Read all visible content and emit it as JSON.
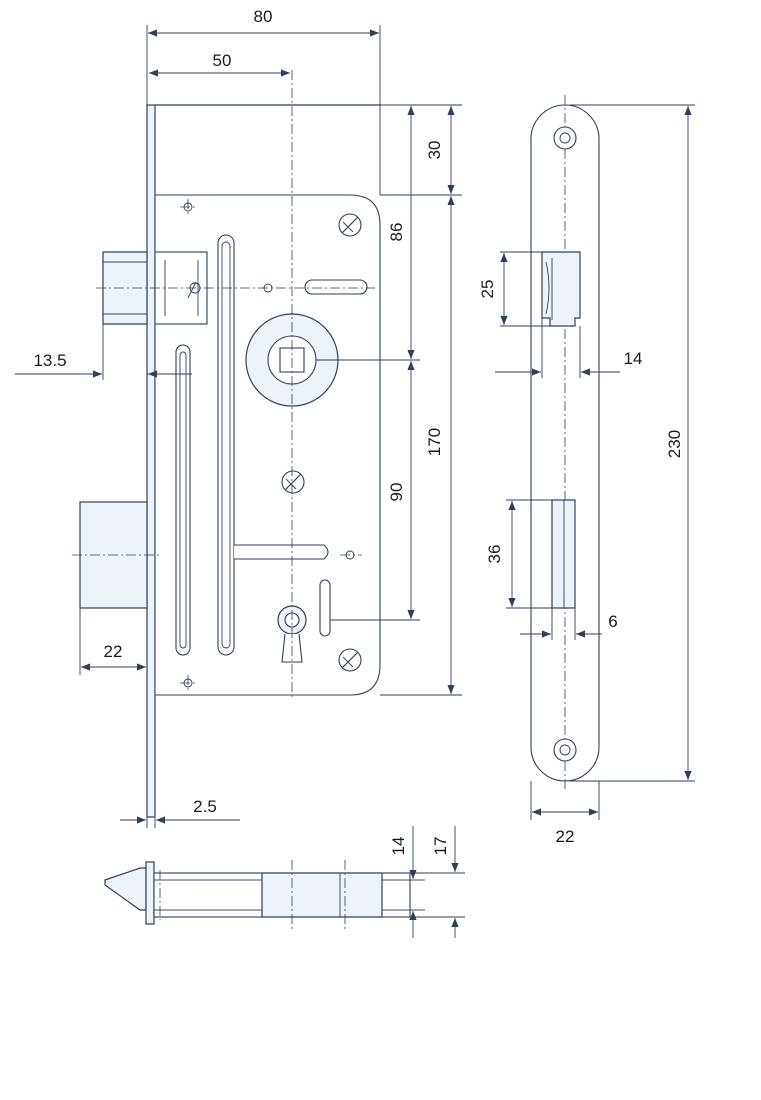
{
  "dimensions": {
    "width_80": "80",
    "width_50": "50",
    "top_30": "30",
    "spindle_86": "86",
    "height_170": "170",
    "centers_90": "90",
    "latch_13_5": "13.5",
    "bolt_22": "22",
    "plate_2_5": "2.5",
    "faceplate_25": "25",
    "faceplate_14": "14",
    "faceplate_230": "230",
    "faceplate_36": "36",
    "faceplate_6": "6",
    "faceplate_22": "22",
    "bottom_14": "14",
    "bottom_17": "17"
  },
  "colors": {
    "line": "#2f3f5c",
    "fill": "#eef3f9"
  }
}
